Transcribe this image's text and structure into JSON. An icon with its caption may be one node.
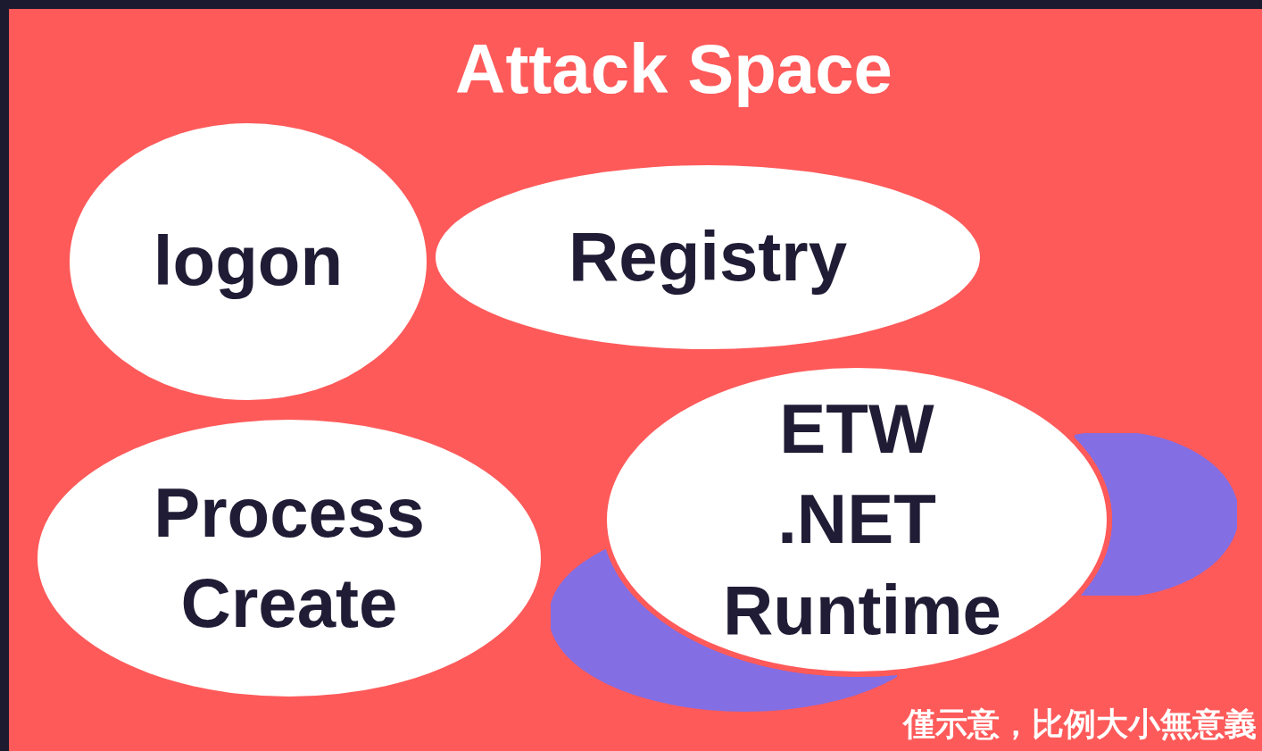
{
  "diagram": {
    "title": "Attack Space",
    "nodes": [
      {
        "text": [
          "logon"
        ]
      },
      {
        "text": [
          "Registry"
        ]
      },
      {
        "text": [
          "Process Create"
        ]
      },
      {
        "text": [],
        "shape": "ellipse"
      },
      {
        "text": [],
        "shape": "ellipse"
      },
      {
        "text": [
          "ETW .NET Runtime"
        ]
      }
    ],
    "edges": [],
    "labels": [
      "僅示意，比例大小無意義"
    ]
  }
}
